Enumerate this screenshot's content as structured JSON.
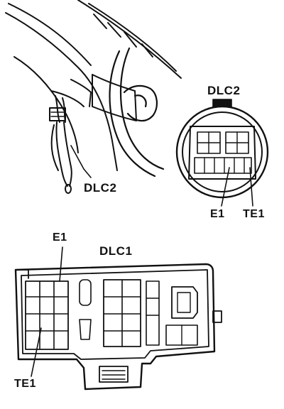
{
  "diagram": {
    "top_left": {
      "callout": "DLC2"
    },
    "dlc2_connector": {
      "title": "DLC2",
      "terminal_left": "E1",
      "terminal_right": "TE1"
    },
    "dlc1_connector": {
      "title": "DLC1",
      "terminal_top": "E1",
      "terminal_bottom": "TE1"
    }
  }
}
